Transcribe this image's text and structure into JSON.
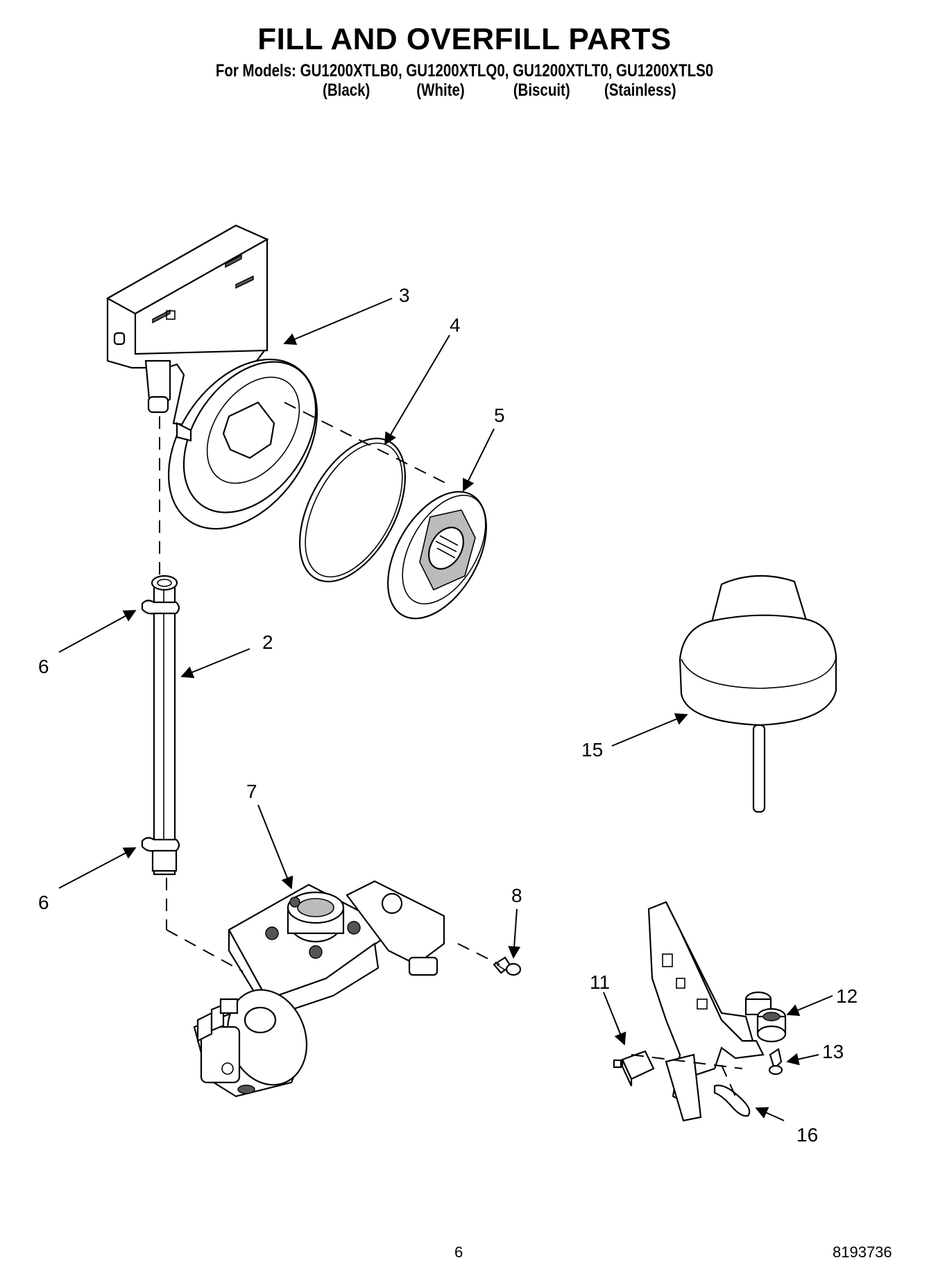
{
  "header": {
    "title": "FILL AND OVERFILL PARTS",
    "models": "For Models: GU1200XTLB0, GU1200XTLQ0, GU1200XTLT0, GU1200XTLS0",
    "colors": [
      "(Black)",
      "(White)",
      "(Biscuit)",
      "(Stainless)"
    ]
  },
  "callouts": {
    "c2": "2",
    "c3": "3",
    "c4": "4",
    "c5": "5",
    "c6a": "6",
    "c6b": "6",
    "c7": "7",
    "c8": "8",
    "c11": "11",
    "c12": "12",
    "c13": "13",
    "c15": "15",
    "c16": "16"
  },
  "footer": {
    "page_number": "6",
    "doc_number": "8193736"
  }
}
